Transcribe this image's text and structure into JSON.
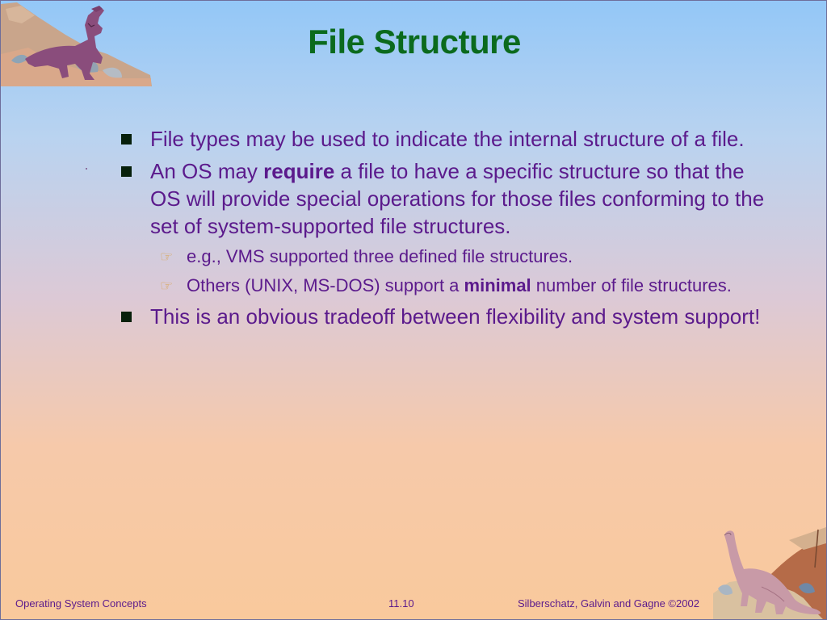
{
  "slide": {
    "title": "File Structure",
    "bullets": [
      {
        "text": "File types may be used to indicate the internal structure of a file."
      },
      {
        "before": "An OS may ",
        "emphasis": "require",
        "after": " a file to have a specific structure so that the OS will provide special operations for those files conforming to the set of system-supported file structures."
      },
      {
        "text": "This is an obvious tradeoff between flexibility and system support!"
      }
    ],
    "subbullets": [
      {
        "text": "e.g., VMS supported three defined file structures."
      },
      {
        "before": "Others (UNIX, MS-DOS) support a ",
        "emphasis": "minimal",
        "after": " number of file structures."
      }
    ],
    "sub_marker": "☞"
  },
  "footer": {
    "left": "Operating System Concepts",
    "center": "11.10",
    "right": "Silberschatz, Galvin and  Gagne ©2002"
  },
  "colors": {
    "title": "#0b6a1d",
    "body_text": "#5b1a8c",
    "bullet": "#07200b",
    "sub_marker": "#d9a34a"
  },
  "icons": {
    "top_left": "dinosaur-on-rocks-illustration",
    "bottom_right": "brontosaurus-on-rocks-illustration"
  }
}
